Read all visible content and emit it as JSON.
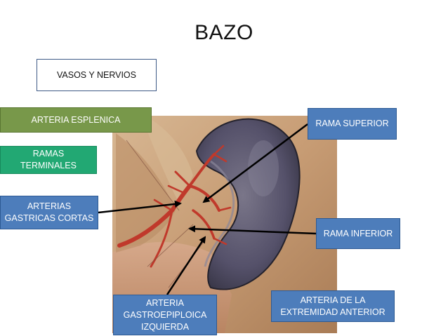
{
  "title": "BAZO",
  "labels": {
    "vasos_nervios": "VASOS Y NERVIOS",
    "arteria_esplenica": "ARTERIA ESPLENICA",
    "ramas_terminales": "RAMAS\nTERMINALES",
    "arterias_gastricas_cortas": "ARTERIAS\nGASTRICAS CORTAS",
    "rama_superior": "RAMA SUPERIOR",
    "rama_inferior": "RAMA INFERIOR",
    "arteria_extremidad_anterior": "ARTERIA DE LA\nEXTREMIDAD ANTERIOR",
    "arteria_gastroepiploica": "ARTERIA\nGASTROEPIPLOICA\nIZQUIERDA"
  },
  "colors": {
    "blue_box": "#4d7dbb",
    "olive_box": "#78984a",
    "green_box": "#22a873",
    "spleen": "#4f4b5c",
    "artery": "#c0392b",
    "tissue": "#c9a07a"
  }
}
